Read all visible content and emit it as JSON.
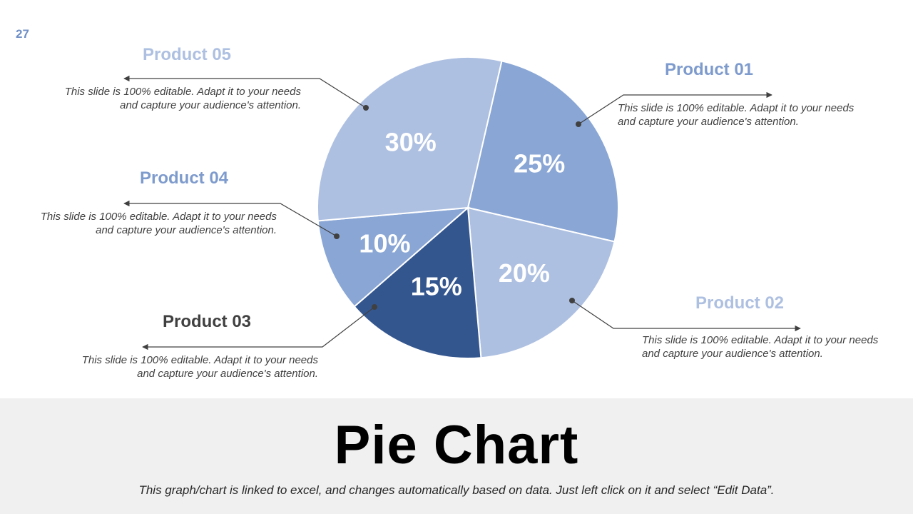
{
  "page_number": "27",
  "slide": {
    "title": "Pie Chart",
    "footnote": "This graph/chart is linked to excel, and changes automatically based on data. Just left click on it and select “Edit Data”."
  },
  "chart_data": {
    "type": "pie",
    "slices": [
      {
        "name": "Product 01",
        "value": 25,
        "label": "25%",
        "color": "#89a6d5"
      },
      {
        "name": "Product 02",
        "value": 20,
        "label": "20%",
        "color": "#aec0e1"
      },
      {
        "name": "Product 03",
        "value": 15,
        "label": "15%",
        "color": "#34568f"
      },
      {
        "name": "Product 04",
        "value": 10,
        "label": "10%",
        "color": "#89a6d5"
      },
      {
        "name": "Product 05",
        "value": 30,
        "label": "30%",
        "color": "#aec0e1"
      }
    ]
  },
  "callouts": [
    {
      "title": "Product 01",
      "title_color": "#7e9bcd",
      "description": "This slide is 100% editable. Adapt it to your needs and capture your audience's attention."
    },
    {
      "title": "Product 02",
      "title_color": "#aec0e1",
      "description": "This slide is 100% editable. Adapt it to your needs and capture your audience's attention."
    },
    {
      "title": "Product 03",
      "title_color": "#404040",
      "description": "This slide is 100% editable. Adapt it to your needs and capture your audience's attention."
    },
    {
      "title": "Product 04",
      "title_color": "#7e9bcd",
      "description": "This slide is 100% editable. Adapt it to your needs and capture your audience's attention."
    },
    {
      "title": "Product 05",
      "title_color": "#aec0e1",
      "description": "This slide is 100% editable. Adapt it to your needs and capture your audience's attention."
    }
  ]
}
